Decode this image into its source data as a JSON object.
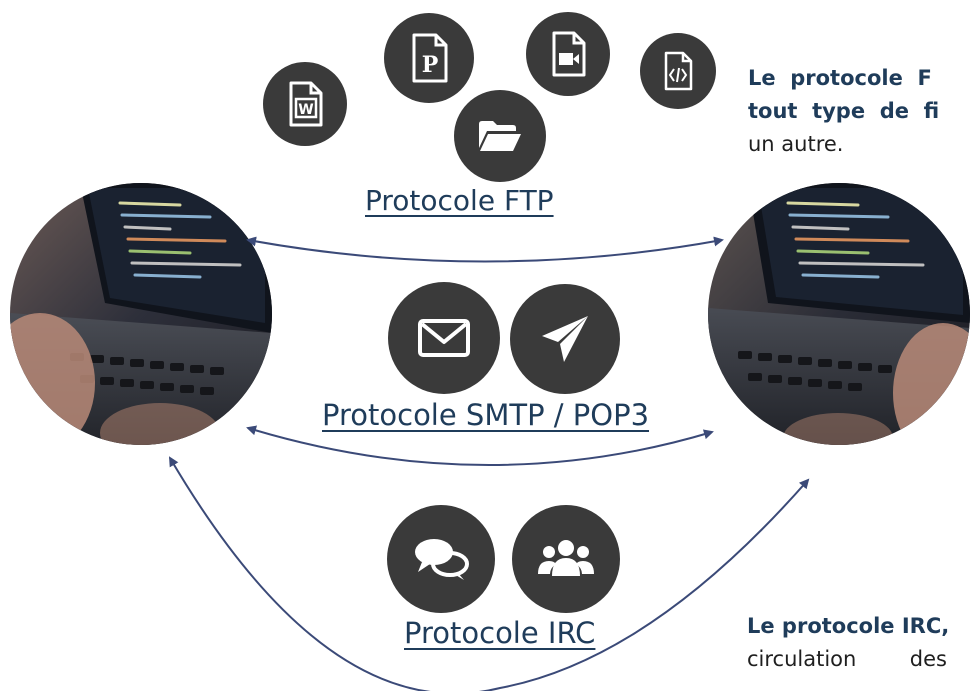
{
  "labels": {
    "ftp": "Protocole FTP",
    "smtp": "Protocole SMTP / POP3",
    "irc": "Protocole IRC"
  },
  "descriptions": {
    "ftp": {
      "line1": "Le  protocole  F",
      "line2": "tout  type  de  fi",
      "line3": "un autre."
    },
    "irc": {
      "line1": "Le protocole IRC,",
      "line2": "circulation        des"
    }
  },
  "icons": {
    "ftp": [
      "word-file-icon",
      "pdf-file-icon",
      "video-file-icon",
      "code-file-icon",
      "folder-open-icon"
    ],
    "smtp": [
      "envelope-icon",
      "paper-plane-icon"
    ],
    "irc": [
      "chat-bubbles-icon",
      "users-group-icon"
    ]
  },
  "colors": {
    "icon_bg": "#3a3a3a",
    "arrow": "#3b4a78",
    "text_heading": "#1f3c5a"
  }
}
